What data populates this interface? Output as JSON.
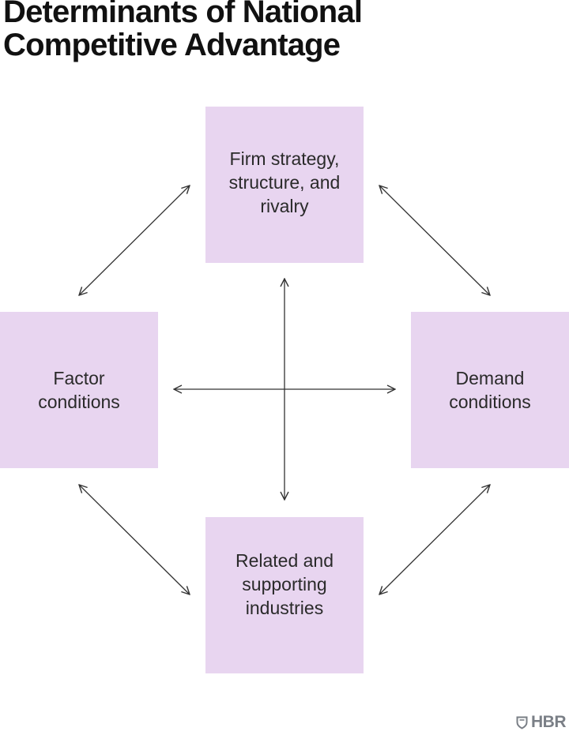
{
  "title": {
    "line1": "Determinants of National",
    "line2": "Competitive Advantage"
  },
  "nodes": {
    "top": {
      "lines": [
        "Firm strategy,",
        "structure, and",
        "rivalry"
      ]
    },
    "left": {
      "lines": [
        "Factor",
        "conditions"
      ]
    },
    "right": {
      "lines": [
        "Demand",
        "conditions"
      ]
    },
    "bottom": {
      "lines": [
        "Related and",
        "supporting",
        "industries"
      ]
    }
  },
  "edges": [
    {
      "from": "left",
      "to": "top",
      "bidirectional": true
    },
    {
      "from": "top",
      "to": "right",
      "bidirectional": true
    },
    {
      "from": "left",
      "to": "bottom",
      "bidirectional": true
    },
    {
      "from": "bottom",
      "to": "right",
      "bidirectional": true
    },
    {
      "from": "left",
      "to": "right",
      "bidirectional": true
    },
    {
      "from": "top",
      "to": "bottom",
      "bidirectional": true
    }
  ],
  "colors": {
    "box_fill": "#e8d5f0",
    "arrow": "#333333",
    "logo": "#7a7f86"
  },
  "logo": {
    "text": "HBR",
    "icon": "shield-icon"
  }
}
